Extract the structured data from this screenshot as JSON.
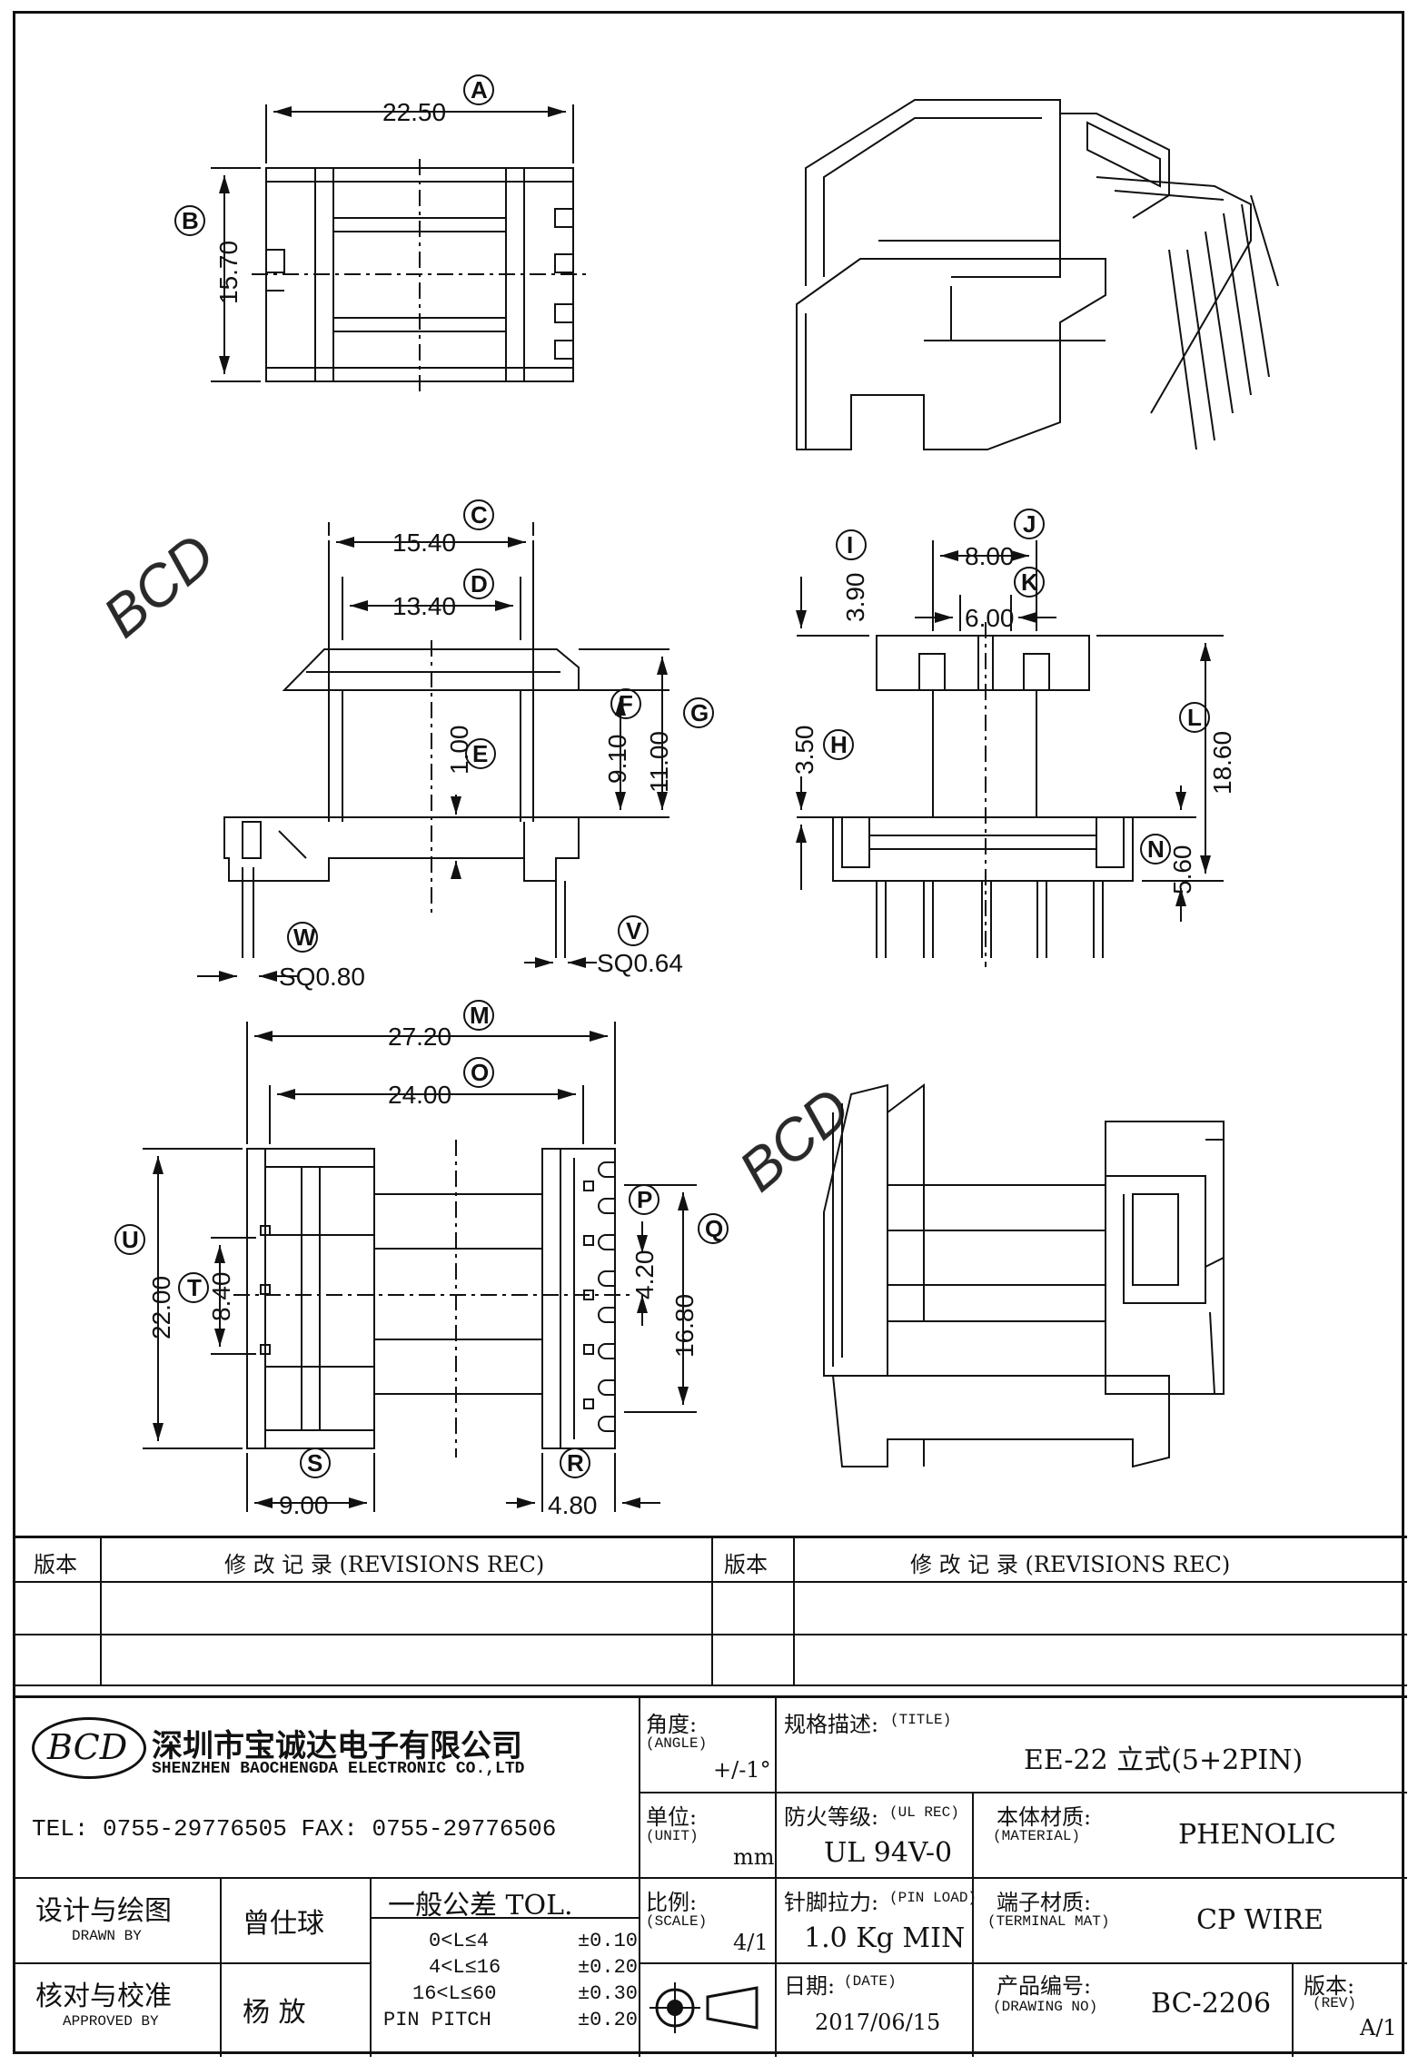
{
  "labels": {
    "A": "A",
    "B": "B",
    "C": "C",
    "D": "D",
    "E": "E",
    "F": "F",
    "G": "G",
    "H": "H",
    "I": "I",
    "J": "J",
    "K": "K",
    "L": "L",
    "M": "M",
    "N": "N",
    "O": "O",
    "P": "P",
    "Q": "Q",
    "R": "R",
    "S": "S",
    "T": "T",
    "U": "U",
    "V": "V",
    "W": "W"
  },
  "dimensions": {
    "A": "22.50",
    "B": "15.70",
    "C": "15.40",
    "D": "13.40",
    "E": "1.00",
    "F": "9.10",
    "G": "11.00",
    "H": "3.50",
    "I": "3.90",
    "J": "8.00",
    "K": "6.00",
    "L": "18.60",
    "N": "5.60",
    "M": "27.20",
    "O": "24.00",
    "P": "4.20",
    "Q": "16.80",
    "U": "22.00",
    "T": "8.40",
    "S": "9.00",
    "R": "4.80",
    "W": "SQ0.80",
    "V": "SQ0.64"
  },
  "watermark": "BCD",
  "title_block": {
    "rev_header_1": "版本",
    "rev_rec_1": "修 改 记 录  (REVISIONS REC)",
    "rev_header_2": "版本",
    "rev_rec_2": "修 改 记 录  (REVISIONS REC)",
    "company_cn": "深圳市宝诚达电子有限公司",
    "company_en": "SHENZHEN BAOCHENGDA ELECTRONIC CO.,LTD",
    "logo": "BCD",
    "tel_fax": "TEL: 0755-29776505  FAX: 0755-29776506",
    "angle_label": "角度:",
    "angle_label_en": "(ANGLE)",
    "angle_value": "+/-1°",
    "title_label": "规格描述:",
    "title_label_en": "(TITLE)",
    "title_value": "EE-22 立式(5+2PIN)",
    "unit_label": "单位:",
    "unit_label_en": "(UNIT)",
    "unit_value": "mm",
    "ul_label": "防火等级:",
    "ul_label_en": "(UL REC)",
    "ul_value": "UL 94V-0",
    "material_label": "本体材质:",
    "material_label_en": "(MATERIAL)",
    "material_value": "PHENOLIC",
    "drawn_label": "设计与绘图",
    "drawn_label_en": "DRAWN BY",
    "drawn_value": "曾仕球",
    "tol_header": "一般公差 TOL.",
    "tol_rows": [
      {
        "range": "0<L≤4",
        "tol": "±0.10"
      },
      {
        "range": "4<L≤16",
        "tol": "±0.20"
      },
      {
        "range": "16<L≤60",
        "tol": "±0.30"
      },
      {
        "range": "PIN PITCH",
        "tol": "±0.20"
      }
    ],
    "scale_label": "比例:",
    "scale_label_en": "(SCALE)",
    "scale_value": "4/1",
    "pin_load_label": "针脚拉力:",
    "pin_load_label_en": "(PIN LOAD)",
    "pin_load_value": "1.0 Kg MIN",
    "terminal_label": "端子材质:",
    "terminal_label_en": "(TERMINAL MAT)",
    "terminal_value": "CP WIRE",
    "approved_label": "核对与校准",
    "approved_label_en": "APPROVED BY",
    "approved_value": "杨  放",
    "date_label": "日期:",
    "date_label_en": "(DATE)",
    "date_value": "2017/06/15",
    "drawing_no_label": "产品编号:",
    "drawing_no_label_en": "(DRAWING NO)",
    "drawing_no_value": "BC-2206",
    "rev_label": "版本:",
    "rev_label_en": "(REV)",
    "rev_value": "A/1"
  }
}
